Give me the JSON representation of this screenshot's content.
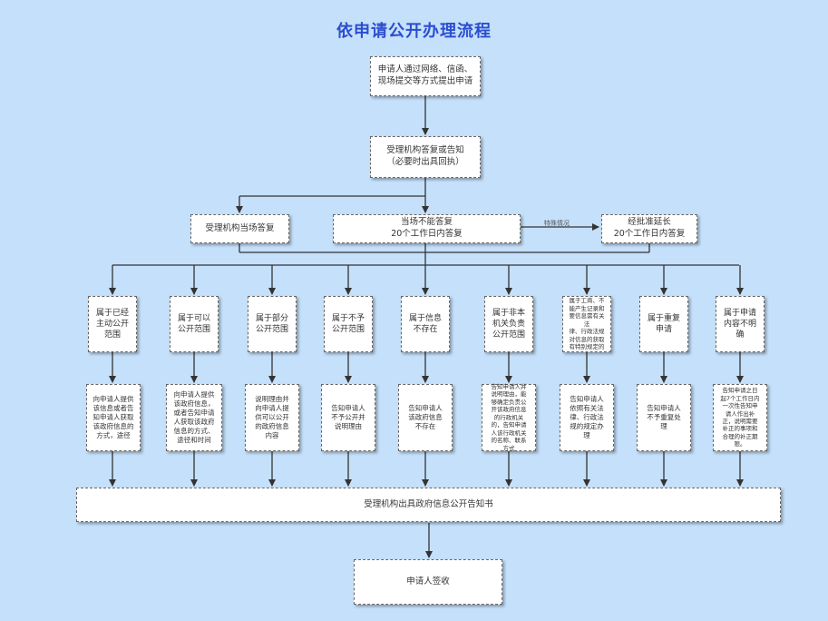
{
  "title": "依申请公开办理流程",
  "step1": "申请人通过网络、信函、\n现场提交等方式提出申请",
  "step2": "受理机构答复或告知\n（必要时出具回执）",
  "branch_a": "受理机构当场答复",
  "branch_b": "当场不能答复\n20个工作日内答复",
  "branch_c": "经批准延长\n20个工作日内答复",
  "special_label": "特殊情况",
  "categories": [
    "属于已经\n主动公开\n范围",
    "属于可以\n公开范围",
    "属于部分\n公开范围",
    "属于不予\n公开范围",
    "属于信息\n不存在",
    "属于非本\n机关负责\n公开范围",
    "属于工商、不\n能产生记录和\n要信息需有关法\n律、行政法规\n对信息的获取\n有特别规定的",
    "属于重复\n申请",
    "属于申请\n内容不明\n确"
  ],
  "responses": [
    "向申请人提供\n该信息或者告\n知申请人获取\n该政府信息的\n方式，途径",
    "向申请人提供\n该政府信息，\n或者告知申请\n人获取该政府\n信息的方式、\n途径和时间",
    "说明理由并\n向申请人提\n供可以公开\n的政府信息\n内容",
    "告知申请人\n不予公开并\n说明理由",
    "告知申请人\n该政府信息\n不存在",
    "告知申请人并\n说明理由，能\n够确定负责公\n开该政府信息\n的行政机关\n的，告知申请\n人该行政机关\n的名称、联系\n方式",
    "告知申请人\n依照有关法\n律、行政法\n规的规定办\n理",
    "告知申请人\n不予重复处\n理",
    "告知申请之日\n起7个工作日内\n一次性告知申\n请人作出补\n正，说明需要\n补正的事项和\n合理的补正期\n限。"
  ],
  "notice": "受理机构出具政府信息公开告知书",
  "final": "申请人签收"
}
